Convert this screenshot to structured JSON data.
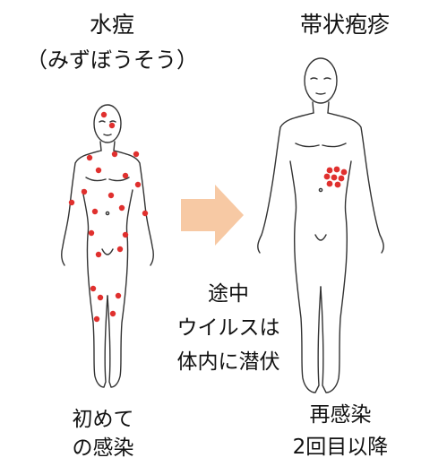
{
  "left_title": "水痘",
  "left_subtitle": "（みずぼうそう）",
  "right_title": "帯状疱疹",
  "center_lines": [
    "途中",
    "ウイルスは",
    "体内に潜伏"
  ],
  "bottom_left_lines": [
    "初めて",
    "の感染"
  ],
  "bottom_right_lines": [
    "再感染",
    "2回目以降"
  ],
  "colors": {
    "rash": "#e0302e",
    "arrow": "#f7c9a4",
    "outline": "#333333"
  }
}
